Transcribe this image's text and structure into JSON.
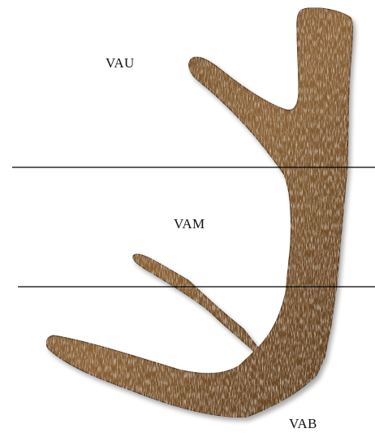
{
  "figure": {
    "regions": {
      "upper": "VAU",
      "middle": "VAM",
      "base": "VAB"
    },
    "colors": {
      "antler_dark": "#4a2f17",
      "antler_mid": "#8a6236",
      "antler_light": "#d9c3a0",
      "divider": "#000000"
    }
  }
}
